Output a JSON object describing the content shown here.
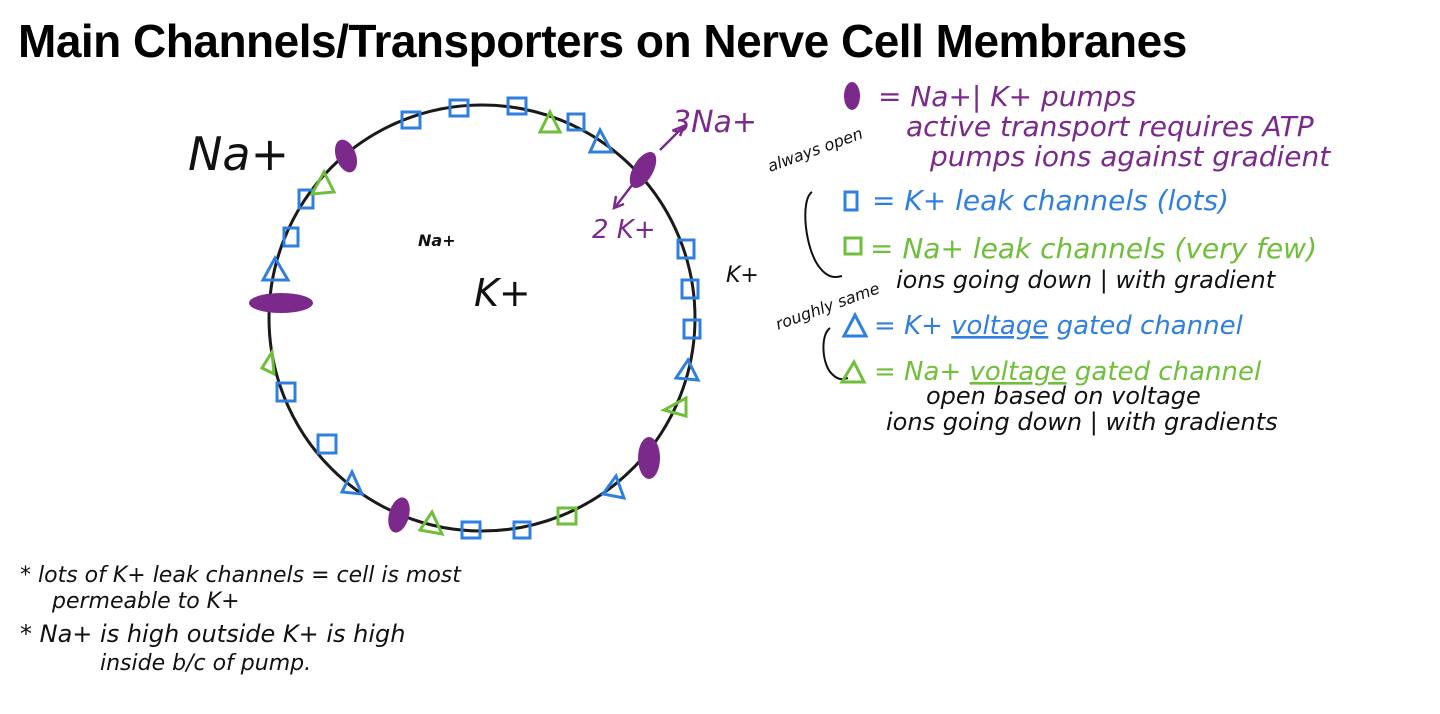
{
  "title": "Main Channels/Transporters on Nerve Cell Membranes",
  "colors": {
    "pump": "#7b2a8c",
    "k_channel": "#2f7fe0",
    "na_channel": "#6fbf3a",
    "ink": "#111111"
  },
  "cell": {
    "outside_label": "Na+",
    "inside_na_label": "Na+",
    "inside_k_label": "K+",
    "outside_k_label": "K+",
    "pump_out_label": "3Na+",
    "pump_in_label": "2 K+"
  },
  "legend": {
    "pump_line": "= Na+| K+ pumps",
    "pump_desc1": "active transport requires ATP",
    "pump_desc2": "pumps ions against gradient",
    "always_open": "always open",
    "k_leak_line": "= K+ leak channels (lots)",
    "na_leak_line": "= Na+ leak channels (very few)",
    "leak_desc": "ions going down | with gradient",
    "roughly_same": "roughly same",
    "k_voltage_prefix": "= K+",
    "k_voltage_word": "voltage",
    "k_voltage_suffix": "gated channel",
    "na_voltage_prefix": "= Na+",
    "na_voltage_word": "voltage",
    "na_voltage_suffix": "gated channel",
    "voltage_desc1": "open based on voltage",
    "voltage_desc2": "ions going down | with gradients"
  },
  "notes": {
    "note1_line1": "* lots of K+ leak channels = cell is most",
    "note1_line2": "permeable to K+",
    "note2_line1": "* Na+ is high outside K+ is high",
    "note2_line2": "inside b/c of pump."
  }
}
